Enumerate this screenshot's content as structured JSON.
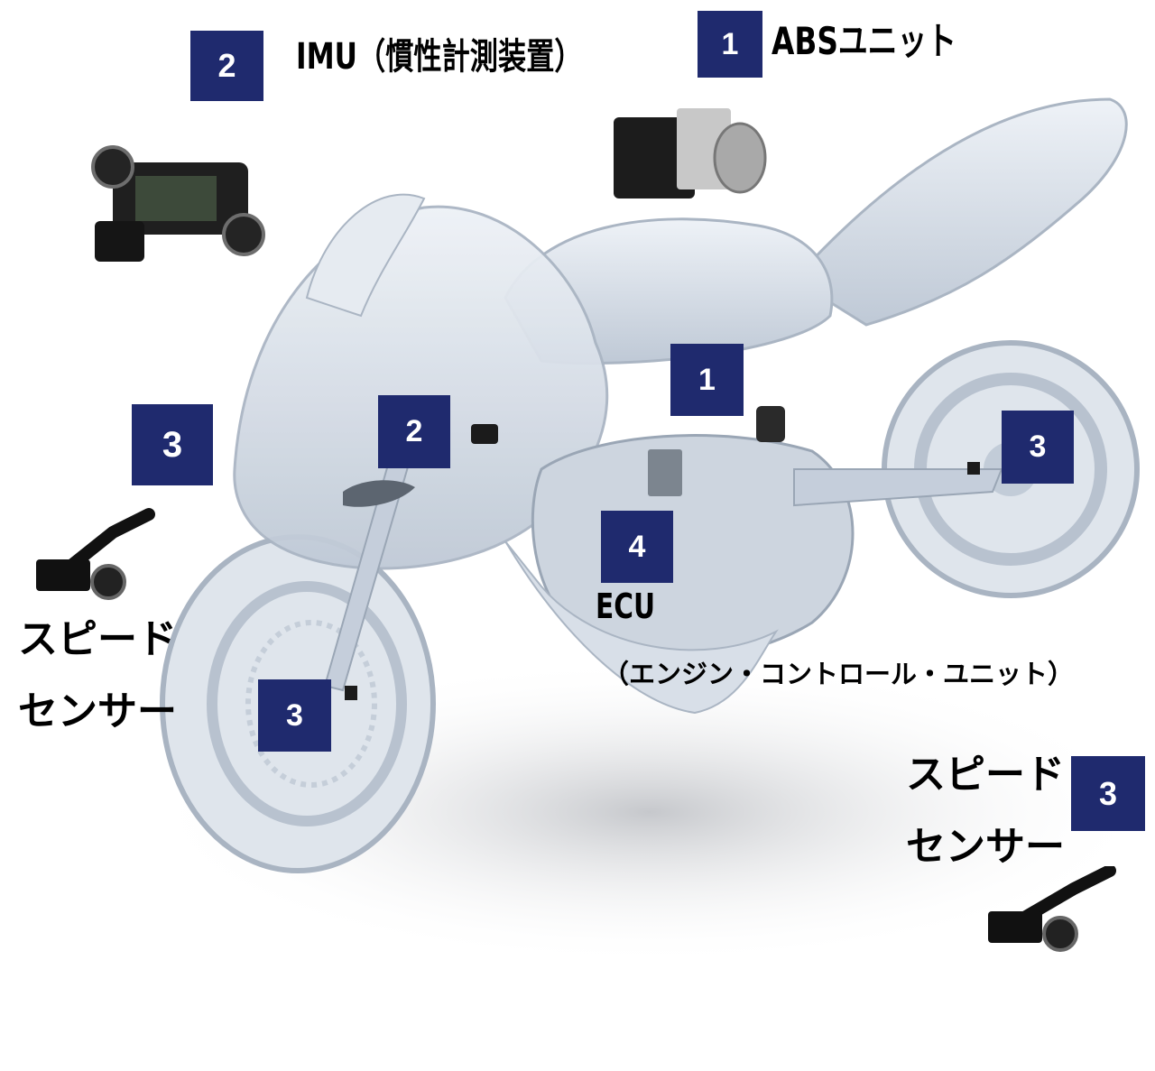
{
  "colors": {
    "badge": "#1f2a6e",
    "bike": "#c9d3df",
    "shadow": "#d7d9dd"
  },
  "header": {
    "imu": {
      "number": "2",
      "label": "IMU（慣性計測装置）"
    },
    "abs": {
      "number": "1",
      "label": "ABSユニット"
    }
  },
  "callouts": [
    {
      "number": "1",
      "component": "abs-unit"
    },
    {
      "number": "2",
      "component": "imu"
    },
    {
      "number": "3",
      "component": "front-speed-sensor"
    },
    {
      "number": "3",
      "component": "rear-speed-sensor"
    },
    {
      "number": "4",
      "component": "ecu"
    }
  ],
  "left_sensor": {
    "number": "3",
    "label_line1": "スピード",
    "label_line2": "センサー"
  },
  "right_sensor": {
    "number": "3",
    "label_line1": "スピード",
    "label_line2": "センサー"
  },
  "ecu": {
    "label": "ECU",
    "sublabel": "（エンジン・コントロール・ユニット）"
  }
}
